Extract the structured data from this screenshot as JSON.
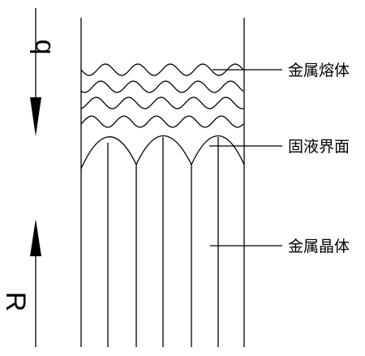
{
  "arrows": {
    "top_symbol": "q",
    "bottom_symbol": "R"
  },
  "labels": {
    "melt": "金属熔体",
    "interface": "固液界面",
    "crystal": "金属晶体"
  },
  "colors": {
    "line": "#000000",
    "background": "#ffffff"
  }
}
